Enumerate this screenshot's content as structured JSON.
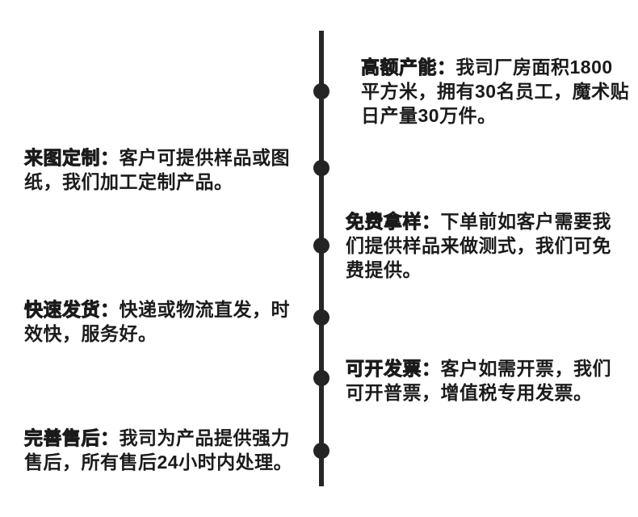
{
  "colors": {
    "text": "#1b1b1b",
    "line": "#262626",
    "dot": "#242424",
    "bg": "#ffffff"
  },
  "timeline": {
    "node_count": 6,
    "features": [
      {
        "side": "right",
        "title": "高额产能：",
        "body": [
          "我司厂房面积1800",
          "平方米，拥有30名员工，魔术贴",
          "日产量30万件。"
        ]
      },
      {
        "side": "left",
        "title": "来图定制：",
        "body": [
          "客户可提供样品或图",
          "纸，我们加工定制产品。"
        ]
      },
      {
        "side": "right",
        "title": "免费拿样：",
        "body": [
          "下单前如客户需要我",
          "们提供样品来做测式，我们可免",
          "费提供。"
        ]
      },
      {
        "side": "left",
        "title": "快速发货：",
        "body": [
          "快递或物流直发，时",
          "效快，服务好。"
        ]
      },
      {
        "side": "right",
        "title": "可开发票：",
        "body": [
          "客户如需开票，我们",
          "可开普票，增值税专用发票。"
        ]
      },
      {
        "side": "left",
        "title": "完善售后：",
        "body": [
          "我司为产品提供强力",
          "售后，所有售后24小时内处理。"
        ]
      }
    ]
  }
}
